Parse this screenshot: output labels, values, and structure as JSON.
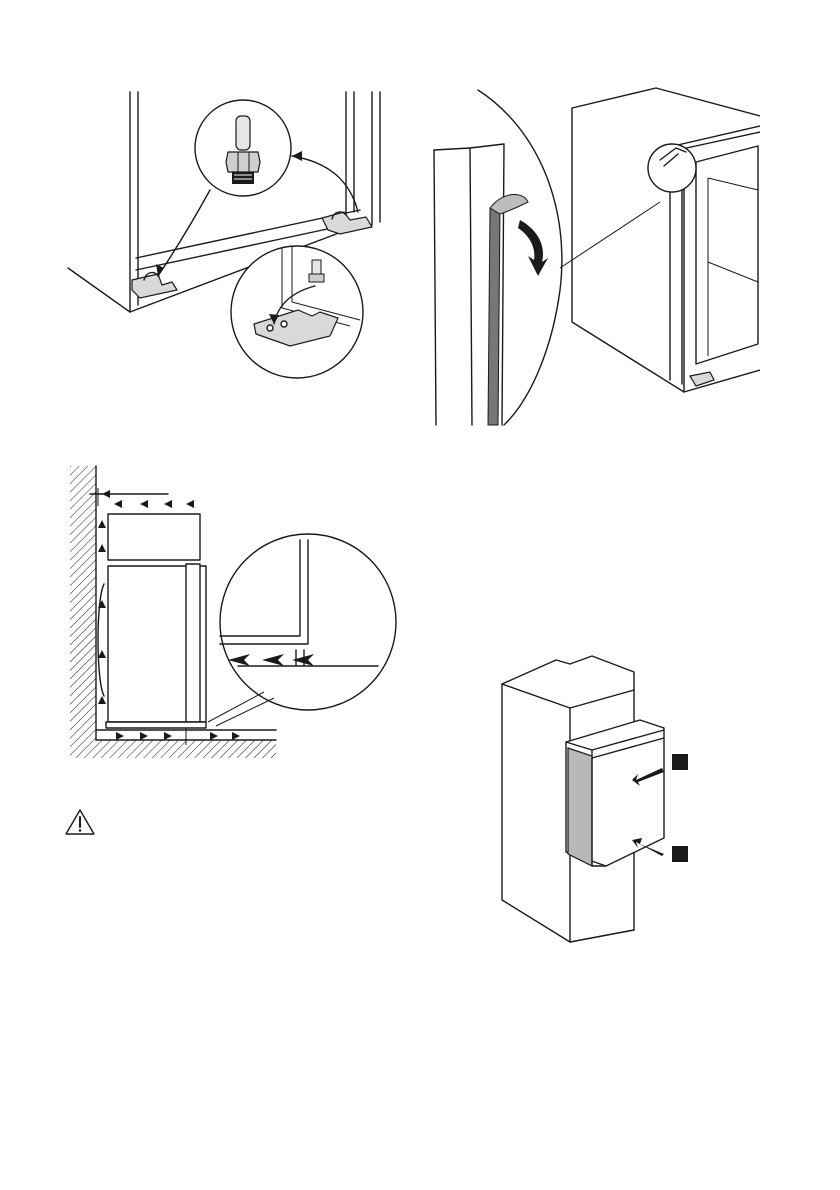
{
  "page": {
    "figures": [
      {
        "id": "hinge-pin-mounting",
        "icon": "hinge-pin-illustration"
      },
      {
        "id": "seal-strip-fitting",
        "icon": "seal-strip-illustration"
      },
      {
        "id": "ventilation-airflow",
        "icon": "airflow-illustration"
      },
      {
        "id": "door-push-closing",
        "icon": "door-push-illustration"
      }
    ],
    "warning": {
      "icon": "warning-triangle-icon"
    }
  },
  "colors": {
    "line": "#1a1a1a",
    "shade": "#d9d9d9",
    "seal": "#777777",
    "panel": "#b8b8b8"
  }
}
